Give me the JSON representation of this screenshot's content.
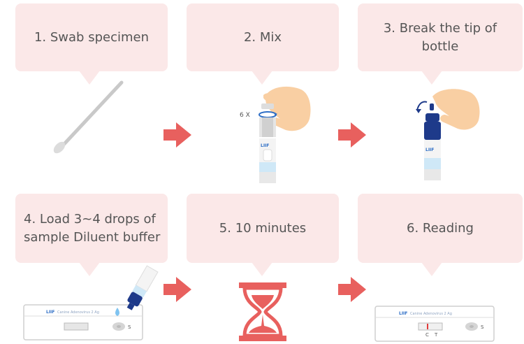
{
  "steps": [
    {
      "text": "1. Swab specimen"
    },
    {
      "text": "2. Mix",
      "repeat_label": "6 X",
      "brand": "LIIF"
    },
    {
      "text": "3. Break the tip of bottle",
      "brand": "LIIF"
    },
    {
      "lines": [
        "4. Load 3~4 drops of",
        "sample Diluent buffer"
      ],
      "brand": "LIIF",
      "product": "Canine Adenovirus 2 Ag",
      "well": "S"
    },
    {
      "text": "5. 10 minutes"
    },
    {
      "text": "6. Reading",
      "brand": "LIIF",
      "product": "Canine Adenovirus 2 Ag",
      "well": "S",
      "marks": [
        "C",
        "T"
      ]
    }
  ],
  "colors": {
    "bubble": "#fbe8e8",
    "arrow": "#e8605e",
    "hourglass": "#e8605e",
    "bottle_cap": "#1e3a8a",
    "liquid": "#cfe8f7"
  },
  "icons": [
    "swab-icon",
    "hand-icon",
    "tube-icon",
    "rotate-icon",
    "dropper-bottle-icon",
    "test-device-icon",
    "hourglass-icon",
    "right-arrow-icon"
  ]
}
